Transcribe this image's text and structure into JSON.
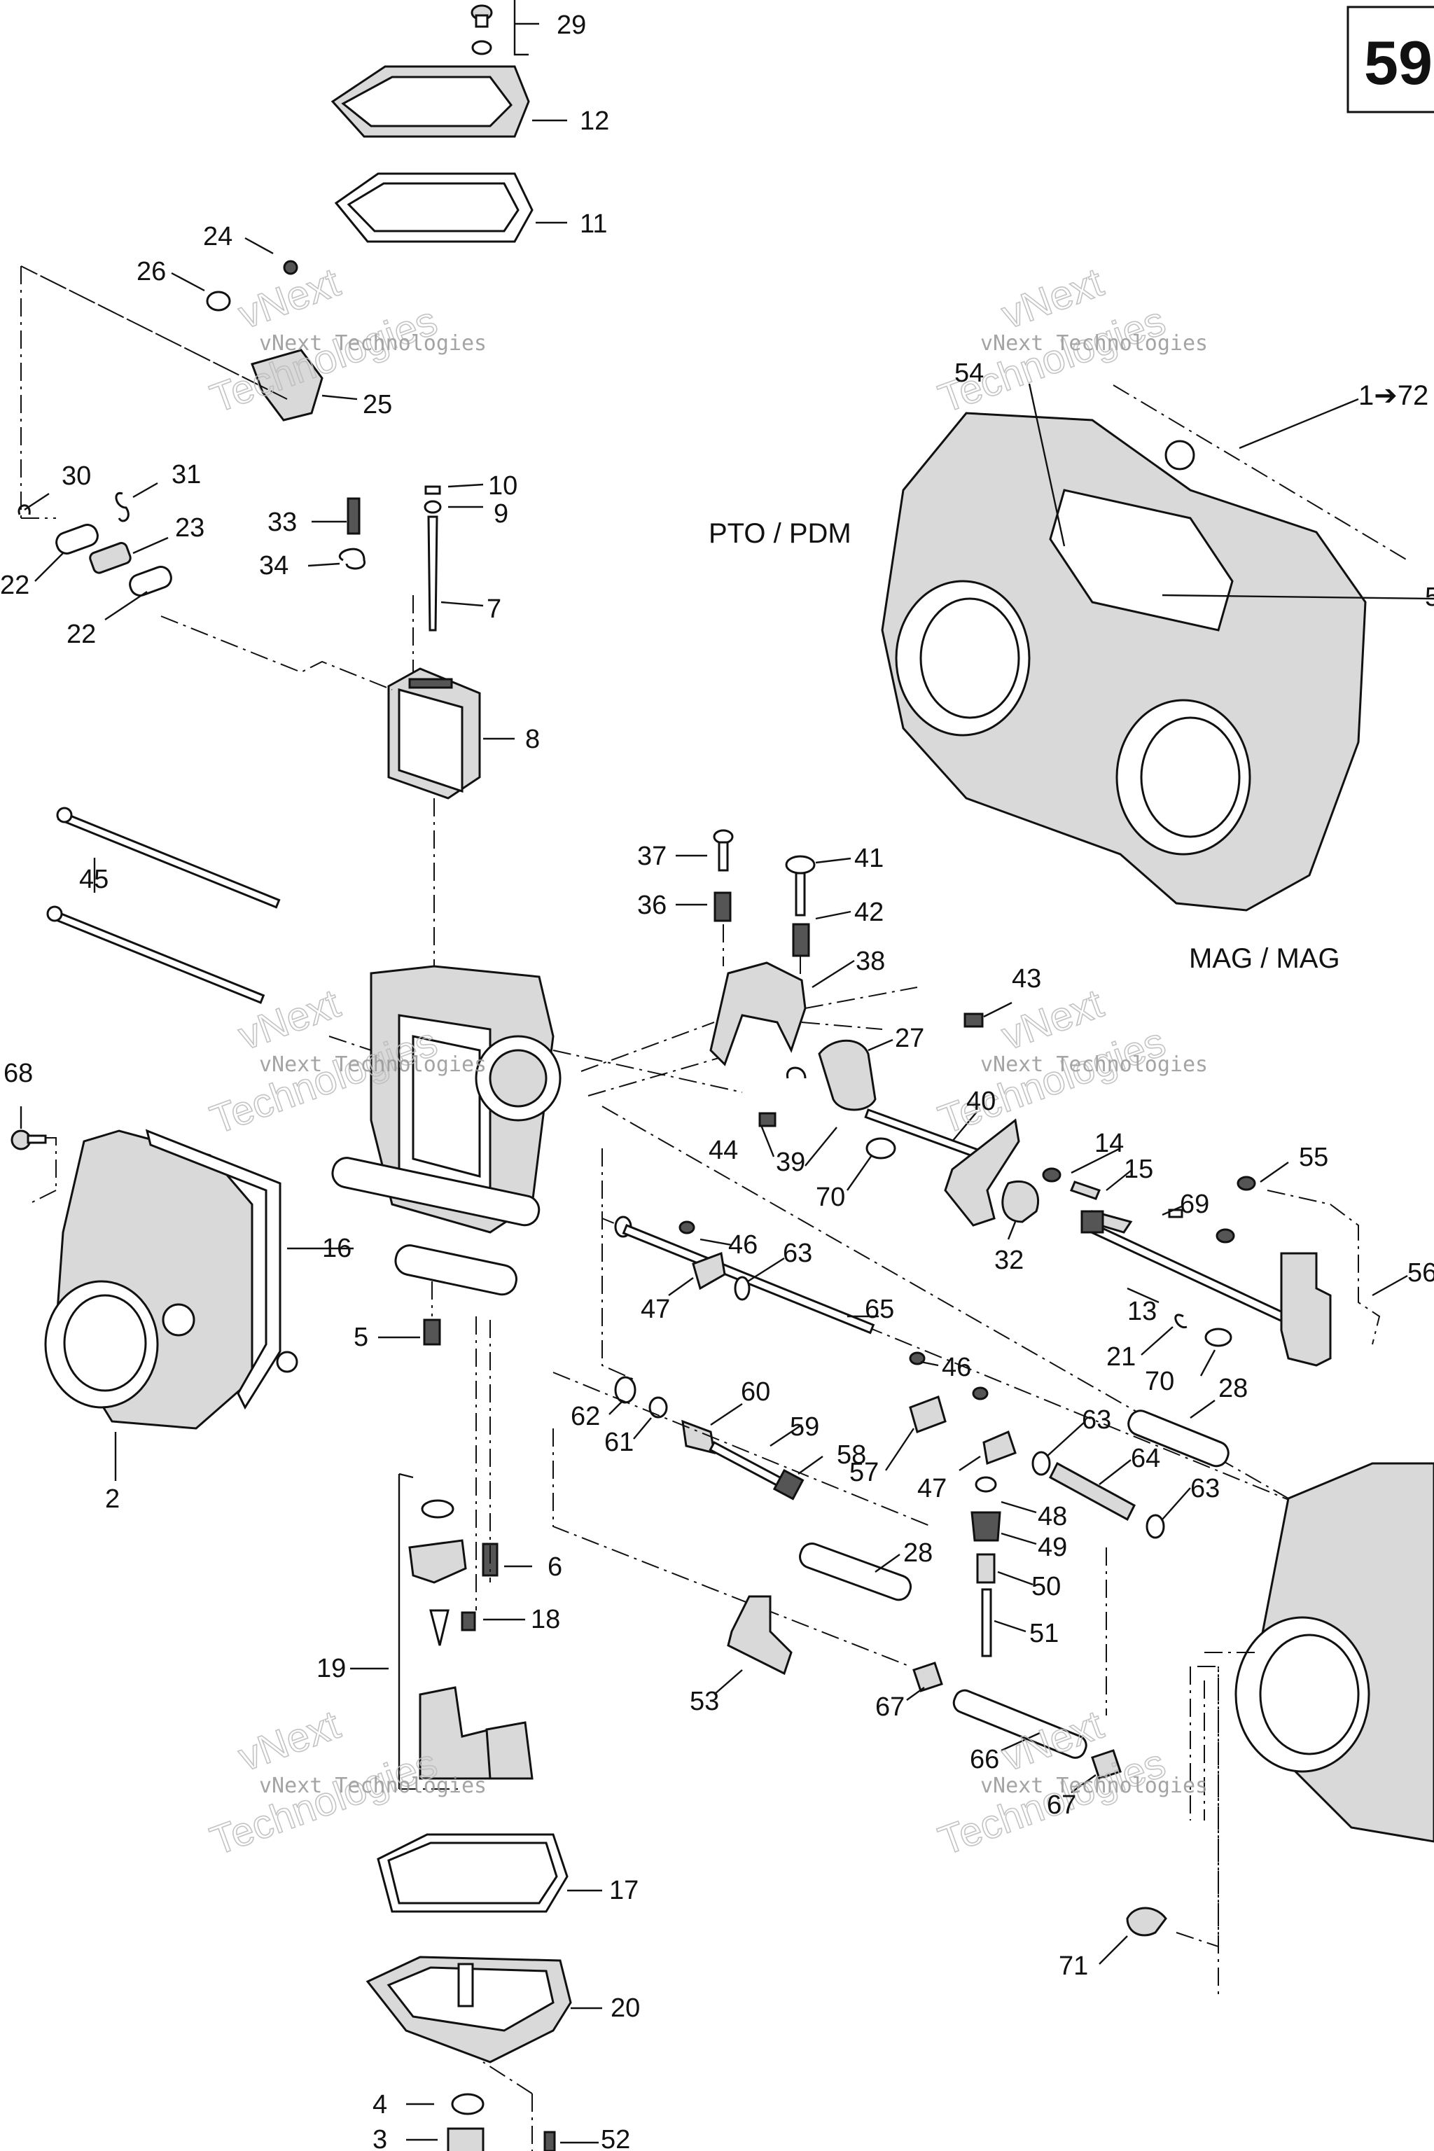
{
  "page_number": "59",
  "orientation_labels": {
    "pto": "PTO / PDM",
    "mag": "MAG / MAG"
  },
  "assembly_label": "1➔72",
  "watermark": {
    "line1": "vNext Technologies",
    "line2": "vNext",
    "line3": "Technologies"
  },
  "callouts": [
    {
      "id": "c29",
      "text": "29"
    },
    {
      "id": "c12",
      "text": "12"
    },
    {
      "id": "c11",
      "text": "11"
    },
    {
      "id": "c24",
      "text": "24"
    },
    {
      "id": "c26",
      "text": "26"
    },
    {
      "id": "c25",
      "text": "25"
    },
    {
      "id": "c30",
      "text": "30"
    },
    {
      "id": "c31",
      "text": "31"
    },
    {
      "id": "c23",
      "text": "23"
    },
    {
      "id": "c22a",
      "text": "22"
    },
    {
      "id": "c22b",
      "text": "22"
    },
    {
      "id": "c33",
      "text": "33"
    },
    {
      "id": "c34",
      "text": "34"
    },
    {
      "id": "c10",
      "text": "10"
    },
    {
      "id": "c9",
      "text": "9"
    },
    {
      "id": "c7",
      "text": "7"
    },
    {
      "id": "c8",
      "text": "8"
    },
    {
      "id": "c45",
      "text": "45"
    },
    {
      "id": "c68",
      "text": "68"
    },
    {
      "id": "c16",
      "text": "16"
    },
    {
      "id": "c2",
      "text": "2"
    },
    {
      "id": "c5",
      "text": "5"
    },
    {
      "id": "c6",
      "text": "6"
    },
    {
      "id": "c18",
      "text": "18"
    },
    {
      "id": "c19",
      "text": "19"
    },
    {
      "id": "c17",
      "text": "17"
    },
    {
      "id": "c20",
      "text": "20"
    },
    {
      "id": "c4",
      "text": "4"
    },
    {
      "id": "c3",
      "text": "3"
    },
    {
      "id": "c52",
      "text": "52"
    },
    {
      "id": "c37",
      "text": "37"
    },
    {
      "id": "c36",
      "text": "36"
    },
    {
      "id": "c41",
      "text": "41"
    },
    {
      "id": "c42",
      "text": "42"
    },
    {
      "id": "c38",
      "text": "38"
    },
    {
      "id": "c43",
      "text": "43"
    },
    {
      "id": "c27",
      "text": "27"
    },
    {
      "id": "c40",
      "text": "40"
    },
    {
      "id": "c44",
      "text": "44"
    },
    {
      "id": "c39",
      "text": "39"
    },
    {
      "id": "c70a",
      "text": "70"
    },
    {
      "id": "c14",
      "text": "14"
    },
    {
      "id": "c15",
      "text": "15"
    },
    {
      "id": "c69",
      "text": "69"
    },
    {
      "id": "c32",
      "text": "32"
    },
    {
      "id": "c55",
      "text": "55"
    },
    {
      "id": "c56",
      "text": "56"
    },
    {
      "id": "c13",
      "text": "13"
    },
    {
      "id": "c21",
      "text": "21"
    },
    {
      "id": "c70b",
      "text": "70"
    },
    {
      "id": "c28a",
      "text": "28"
    },
    {
      "id": "c46a",
      "text": "46"
    },
    {
      "id": "c47a",
      "text": "47"
    },
    {
      "id": "c63a",
      "text": "63"
    },
    {
      "id": "c65",
      "text": "65"
    },
    {
      "id": "c46b",
      "text": "46"
    },
    {
      "id": "c62",
      "text": "62"
    },
    {
      "id": "c61",
      "text": "61"
    },
    {
      "id": "c60",
      "text": "60"
    },
    {
      "id": "c59",
      "text": "59"
    },
    {
      "id": "c58",
      "text": "58"
    },
    {
      "id": "c57",
      "text": "57"
    },
    {
      "id": "c47b",
      "text": "47"
    },
    {
      "id": "c63b",
      "text": "63"
    },
    {
      "id": "c64",
      "text": "64"
    },
    {
      "id": "c63c",
      "text": "63"
    },
    {
      "id": "c48",
      "text": "48"
    },
    {
      "id": "c49",
      "text": "49"
    },
    {
      "id": "c50",
      "text": "50"
    },
    {
      "id": "c51",
      "text": "51"
    },
    {
      "id": "c28b",
      "text": "28"
    },
    {
      "id": "c53",
      "text": "53"
    },
    {
      "id": "c67a",
      "text": "67"
    },
    {
      "id": "c66",
      "text": "66"
    },
    {
      "id": "c67b",
      "text": "67"
    },
    {
      "id": "c71",
      "text": "71"
    },
    {
      "id": "c54",
      "text": "54"
    },
    {
      "id": "c5r",
      "text": "5"
    },
    {
      "id": "c22c",
      "text": "22"
    }
  ]
}
